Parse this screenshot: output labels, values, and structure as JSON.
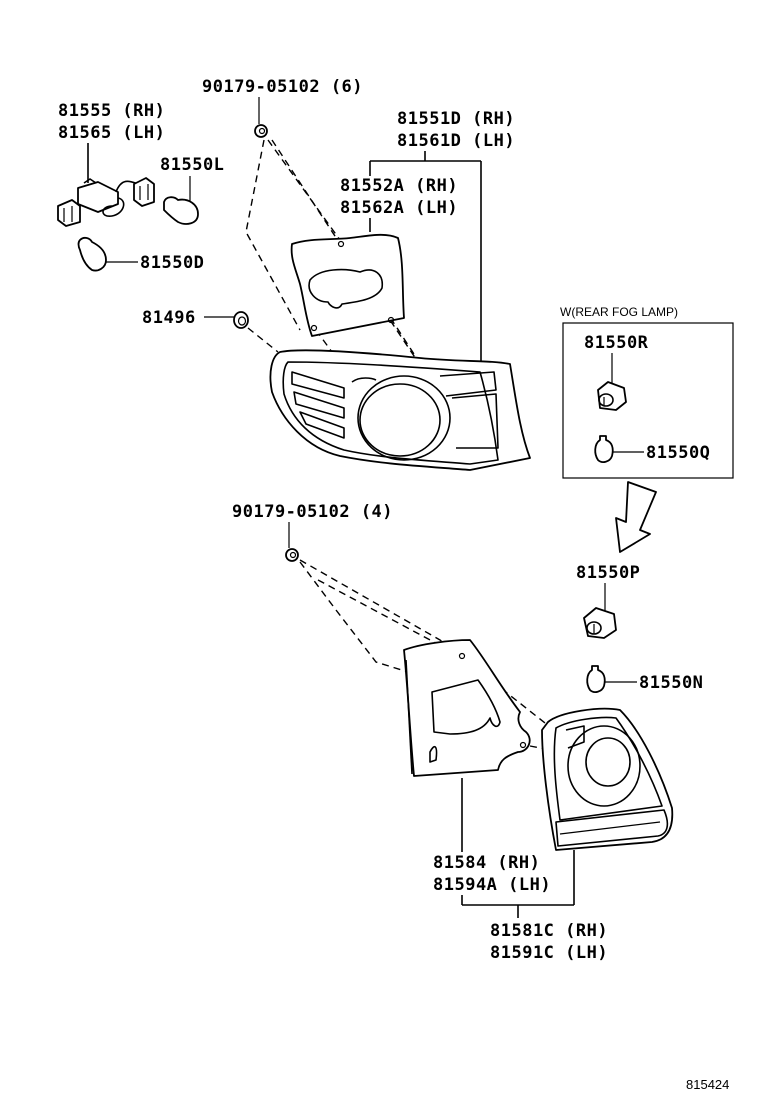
{
  "diagram": {
    "type": "exploded-parts-diagram",
    "subject": "Rear combination lamp assembly",
    "reference_number": "815424",
    "fog_lamp_box": {
      "title": "W(REAR FOG LAMP)",
      "parts": [
        "81550R",
        "81550Q"
      ]
    },
    "callouts": {
      "screw_upper": "90179-05102 (6)",
      "socket_wire_rh": "81555 (RH)",
      "socket_wire_lh": "81565 (LH)",
      "bulb_l": "81550L",
      "bulb_d": "81550D",
      "grommet": "81496",
      "lamp_outer_rh": "81551D (RH)",
      "lamp_outer_lh": "81561D (LH)",
      "gasket_outer_rh": "81552A (RH)",
      "gasket_outer_lh": "81562A (LH)",
      "fog_socket_r": "81550R",
      "fog_bulb_q": "81550Q",
      "screw_lower": "90179-05102 (4)",
      "socket_p": "81550P",
      "bulb_n": "81550N",
      "gasket_inner_rh": "81584 (RH)",
      "gasket_inner_lh": "81594A (LH)",
      "lamp_inner_rh": "81581C (RH)",
      "lamp_inner_lh": "81591C (LH)"
    }
  }
}
